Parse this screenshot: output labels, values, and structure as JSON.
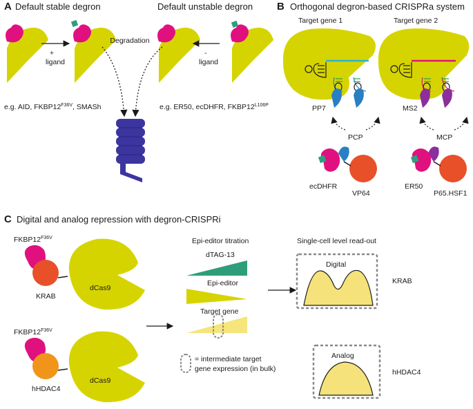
{
  "panel_a": {
    "letter": "A",
    "title_left": "Default stable degron",
    "title_right": "Default unstable degron",
    "plus": "+",
    "ligand_left": "ligand",
    "minus": "-",
    "ligand_right": "ligand",
    "degradation": "Degradation",
    "examples_left_pre": "e.g. AID, FKBP12",
    "examples_left_sup": "F36V",
    "examples_left_post": ", SMASh",
    "examples_right_pre": "e.g. ER50, ecDHFR, FKBP12",
    "examples_right_sup": "L106P"
  },
  "panel_b": {
    "letter": "B",
    "title": "Orthogonal degron-based CRISPRa system",
    "target1": "Target gene 1",
    "target2": "Target gene 2",
    "pp7": "PP7",
    "ms2": "MS2",
    "pcp": "PCP",
    "mcp": "MCP",
    "ecdhfr": "ecDHFR",
    "vp64": "VP64",
    "er50": "ER50",
    "p65": "P65.HSF1"
  },
  "panel_c": {
    "letter": "C",
    "title": "Digital and analog repression with degron-CRISPRi",
    "fkbp_top": "FKBP12",
    "fkbp_top_sup": "F36V",
    "krab": "KRAB",
    "dcas9_top": "dCas9",
    "fkbp_bottom": "FKBP12",
    "fkbp_bottom_sup": "F36V",
    "hhdac4": "hHDAC4",
    "dcas9_bottom": "dCas9",
    "titration_title": "Epi-editor titration",
    "dtag": "dTAG-13",
    "epi_editor": "Epi-editor",
    "target_gene": "Target gene",
    "legend_line1": "= intermediate target",
    "legend_line2": "gene expression (in bulk)",
    "readout_title": "Single-cell level read-out",
    "digital": "Digital",
    "analog": "Analog",
    "krab_right": "KRAB",
    "hhdac4_right": "hHDAC4"
  },
  "colors": {
    "cas9": "#d6d400",
    "degron": "#e0117f",
    "tag": "#2e9e83",
    "vp64": "#e8502a",
    "hdac": "#f0951a",
    "proteasome": "#3c35a0",
    "pcp": "#2a7fc2",
    "mcp": "#8a2f9c",
    "dtag": "#2e9e7a",
    "target_fill": "#f5e57a",
    "readout_fill": "#f5e27a"
  }
}
